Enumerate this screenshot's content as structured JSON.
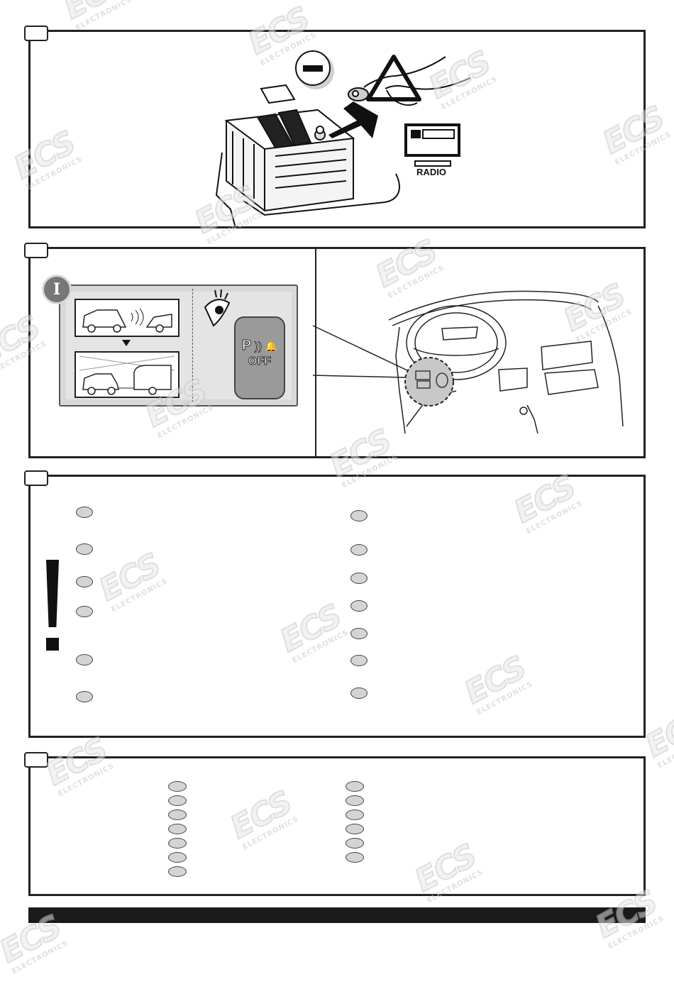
{
  "watermark": {
    "logo": "ECS",
    "subtitle": "ELECTRONICS"
  },
  "panel1": {
    "radio_label": "RADIO",
    "minus_symbol": "−"
  },
  "panel2": {
    "info_badge": "I",
    "parking_button": {
      "line1": "P",
      "line2": "OFF"
    }
  },
  "panel3": {
    "left_items": 6,
    "right_items": 7
  },
  "panel4": {
    "left_items": 7,
    "right_items": 6
  }
}
